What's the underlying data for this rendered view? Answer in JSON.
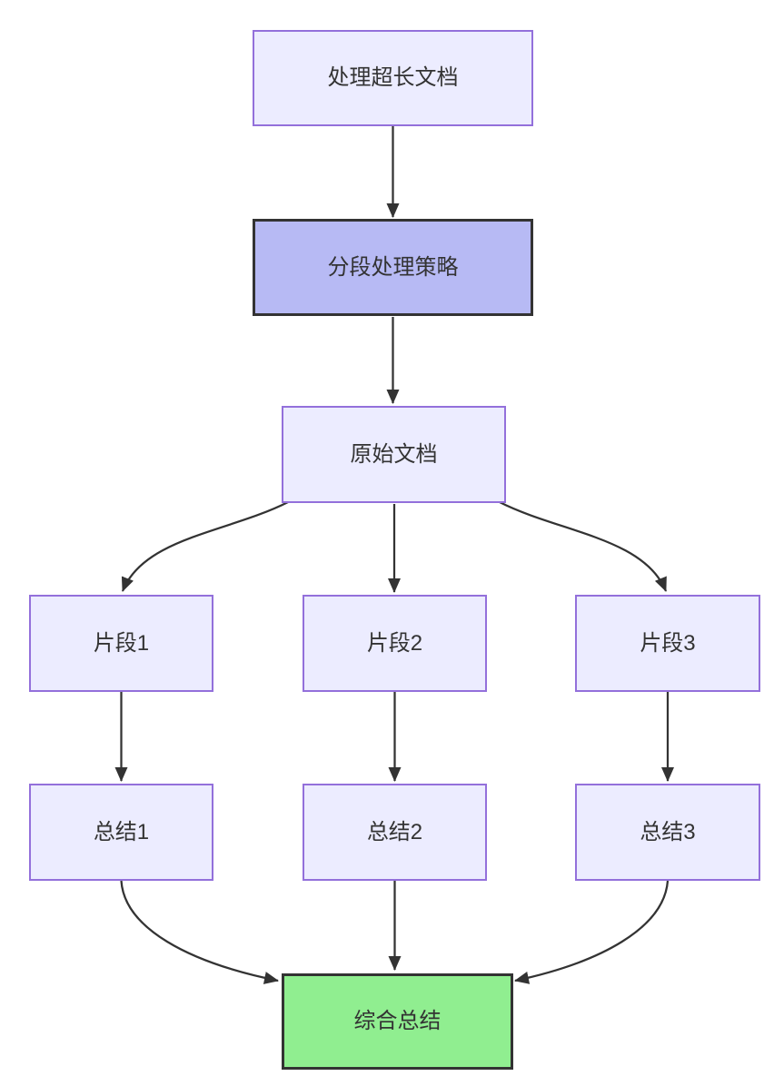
{
  "diagram": {
    "type": "flowchart",
    "direction": "top-down",
    "nodes": [
      {
        "id": "A",
        "label": "处理超长文档",
        "style": "default"
      },
      {
        "id": "B",
        "label": "分段处理策略",
        "style": "emphasis"
      },
      {
        "id": "C",
        "label": "原始文档",
        "style": "default"
      },
      {
        "id": "D",
        "label": "片段1",
        "style": "default"
      },
      {
        "id": "E",
        "label": "片段2",
        "style": "default"
      },
      {
        "id": "F",
        "label": "片段3",
        "style": "default"
      },
      {
        "id": "G",
        "label": "总结1",
        "style": "default"
      },
      {
        "id": "H",
        "label": "总结2",
        "style": "default"
      },
      {
        "id": "I",
        "label": "总结3",
        "style": "default"
      },
      {
        "id": "J",
        "label": "综合总结",
        "style": "success"
      }
    ],
    "edges": [
      {
        "from": "处理超长文档",
        "to": "分段处理策略"
      },
      {
        "from": "分段处理策略",
        "to": "原始文档"
      },
      {
        "from": "原始文档",
        "to": "片段1"
      },
      {
        "from": "原始文档",
        "to": "片段2"
      },
      {
        "from": "原始文档",
        "to": "片段3"
      },
      {
        "from": "片段1",
        "to": "总结1"
      },
      {
        "from": "片段2",
        "to": "总结2"
      },
      {
        "from": "片段3",
        "to": "总结3"
      },
      {
        "from": "总结1",
        "to": "综合总结"
      },
      {
        "from": "总结2",
        "to": "综合总结"
      },
      {
        "from": "总结3",
        "to": "综合总结"
      }
    ],
    "colors": {
      "background": "#FFFFFF",
      "node_fill": "#ECECFF",
      "node_border": "#9370DB",
      "emphasis_fill": "#B7BAF4",
      "success_fill": "#90EE90",
      "strong_border": "#333333",
      "edge": "#333333",
      "text": "#333333"
    }
  }
}
